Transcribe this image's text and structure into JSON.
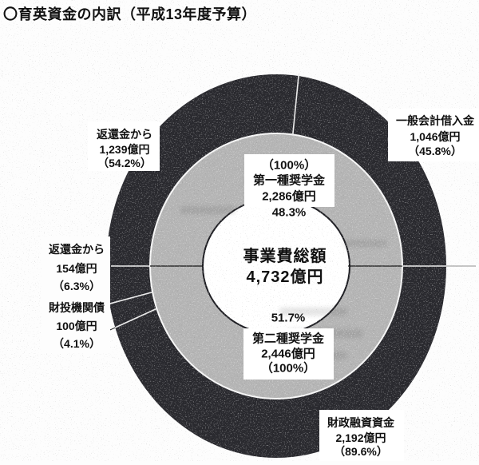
{
  "page": {
    "title": "〇育英資金の内訳（平成13年度予算）"
  },
  "chart_data": {
    "type": "pie",
    "subtype": "nested-donut",
    "title": "育英資金の内訳（平成13年度予算）",
    "unit": "億円",
    "legend": "none",
    "center": {
      "label": "事業費総額",
      "amount": "4,732億円",
      "value": 4732
    },
    "inner_ring": [
      {
        "name": "第一種奨学金",
        "amount": "2,286億円",
        "value": 2286,
        "share_of_total_pct": 48.3,
        "share_label": "48.3%",
        "own_label": "（100%）"
      },
      {
        "name": "第二種奨学金",
        "amount": "2,446億円",
        "value": 2446,
        "share_of_total_pct": 51.7,
        "share_label": "51.7%",
        "own_label": "（100%）"
      }
    ],
    "outer_ring": [
      {
        "name": "返還金から",
        "parent": "第一種奨学金",
        "amount": "1,239億円",
        "value": 1239,
        "share_of_parent_pct": 54.2,
        "share_label": "（54.2%）"
      },
      {
        "name": "一般会計借入金",
        "parent": "第一種奨学金",
        "amount": "1,046億円",
        "value": 1046,
        "share_of_parent_pct": 45.8,
        "share_label": "（45.8%）"
      },
      {
        "name": "返還金から",
        "parent": "第二種奨学金",
        "amount": "154億円",
        "value": 154,
        "share_of_parent_pct": 6.3,
        "share_label": "（6.3%）"
      },
      {
        "name": "財投機関債",
        "parent": "第二種奨学金",
        "amount": "100億円",
        "value": 100,
        "share_of_parent_pct": 4.1,
        "share_label": "（4.1%）"
      },
      {
        "name": "財政融資資金",
        "parent": "第二種奨学金",
        "amount": "2,192億円",
        "value": 2192,
        "share_of_parent_pct": 89.6,
        "share_label": "（89.6%）"
      }
    ],
    "colors": {
      "outer_ring": "#2a2a2f",
      "inner_ring": "#b4b4b4",
      "center_circle": "#ffffff",
      "text": "#111111",
      "background": "#fdfdfd"
    }
  }
}
